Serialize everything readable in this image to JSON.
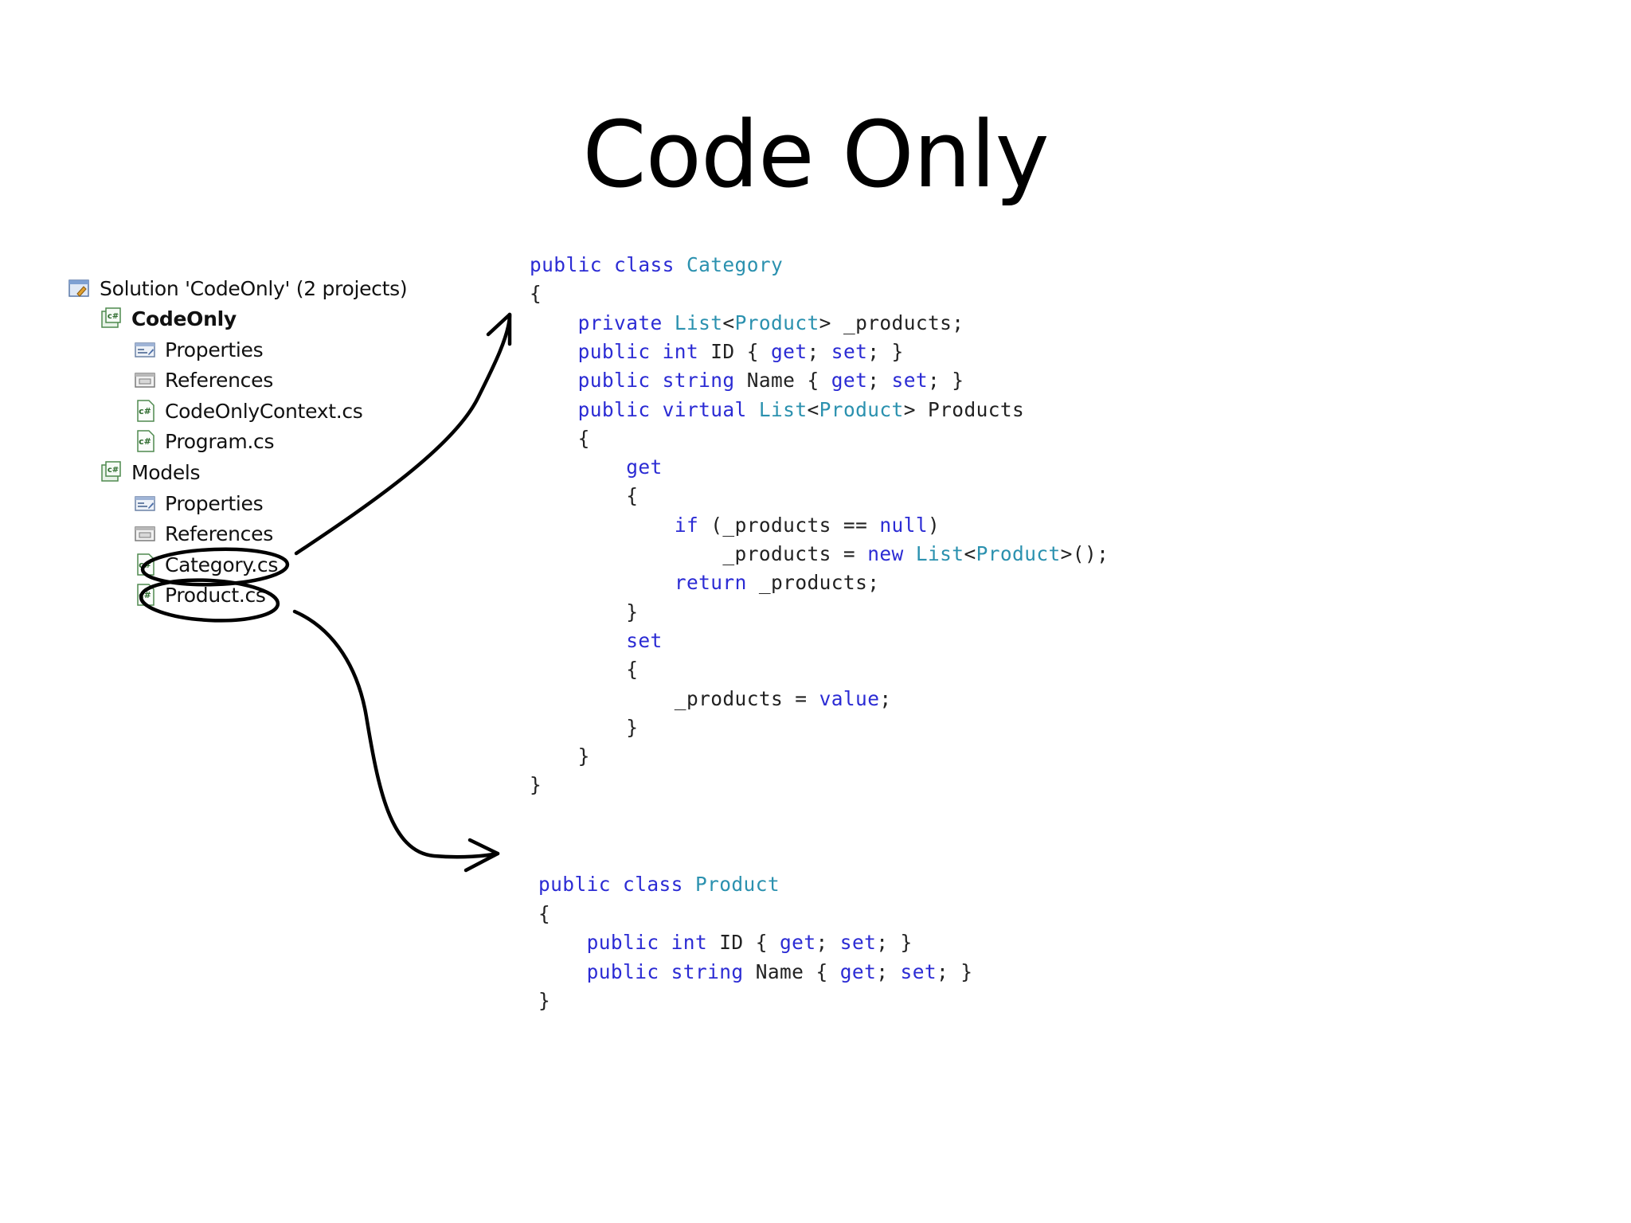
{
  "slide": {
    "title": "Code Only"
  },
  "solution_explorer": {
    "items": [
      {
        "label": "Solution 'CodeOnly' (2 projects)",
        "icon": "solution-icon",
        "level": 0,
        "bold": false
      },
      {
        "label": "CodeOnly",
        "icon": "csharp-project-icon",
        "level": 1,
        "bold": true
      },
      {
        "label": "Properties",
        "icon": "properties-icon",
        "level": 2,
        "bold": false
      },
      {
        "label": "References",
        "icon": "references-icon",
        "level": 2,
        "bold": false
      },
      {
        "label": "CodeOnlyContext.cs",
        "icon": "csharp-file-icon",
        "level": 2,
        "bold": false
      },
      {
        "label": "Program.cs",
        "icon": "csharp-file-icon",
        "level": 2,
        "bold": false
      },
      {
        "label": "Models",
        "icon": "csharp-project-icon",
        "level": 1,
        "bold": false
      },
      {
        "label": "Properties",
        "icon": "properties-icon",
        "level": 2,
        "bold": false
      },
      {
        "label": "References",
        "icon": "references-icon",
        "level": 2,
        "bold": false
      },
      {
        "label": "Category.cs",
        "icon": "csharp-file-icon",
        "level": 2,
        "bold": false
      },
      {
        "label": "Product.cs",
        "icon": "csharp-file-icon",
        "level": 2,
        "bold": false
      }
    ]
  },
  "category_code": {
    "lines": [
      [
        [
          "kw",
          "public class "
        ],
        [
          "ty",
          "Category"
        ]
      ],
      [
        [
          "t",
          "{"
        ]
      ],
      [
        [
          "t",
          "    "
        ],
        [
          "kw",
          "private "
        ],
        [
          "ty",
          "List"
        ],
        [
          "t",
          "<"
        ],
        [
          "ty",
          "Product"
        ],
        [
          "t",
          "> _products;"
        ]
      ],
      [
        [
          "t",
          "    "
        ],
        [
          "kw",
          "public int "
        ],
        [
          "t",
          "ID { "
        ],
        [
          "kw",
          "get"
        ],
        [
          "t",
          "; "
        ],
        [
          "kw",
          "set"
        ],
        [
          "t",
          "; }"
        ]
      ],
      [
        [
          "t",
          "    "
        ],
        [
          "kw",
          "public string "
        ],
        [
          "t",
          "Name { "
        ],
        [
          "kw",
          "get"
        ],
        [
          "t",
          "; "
        ],
        [
          "kw",
          "set"
        ],
        [
          "t",
          "; }"
        ]
      ],
      [
        [
          "t",
          "    "
        ],
        [
          "kw",
          "public virtual "
        ],
        [
          "ty",
          "List"
        ],
        [
          "t",
          "<"
        ],
        [
          "ty",
          "Product"
        ],
        [
          "t",
          "> Products"
        ]
      ],
      [
        [
          "t",
          "    {"
        ]
      ],
      [
        [
          "t",
          "        "
        ],
        [
          "kw",
          "get"
        ]
      ],
      [
        [
          "t",
          "        {"
        ]
      ],
      [
        [
          "t",
          "            "
        ],
        [
          "kw",
          "if "
        ],
        [
          "t",
          "(_products == "
        ],
        [
          "kw",
          "null"
        ],
        [
          "t",
          ")"
        ]
      ],
      [
        [
          "t",
          "                _products = "
        ],
        [
          "kw",
          "new "
        ],
        [
          "ty",
          "List"
        ],
        [
          "t",
          "<"
        ],
        [
          "ty",
          "Product"
        ],
        [
          "t",
          ">();"
        ]
      ],
      [
        [
          "t",
          "            "
        ],
        [
          "kw",
          "return "
        ],
        [
          "t",
          "_products;"
        ]
      ],
      [
        [
          "t",
          "        }"
        ]
      ],
      [
        [
          "t",
          "        "
        ],
        [
          "kw",
          "set"
        ]
      ],
      [
        [
          "t",
          "        {"
        ]
      ],
      [
        [
          "t",
          "            _products = "
        ],
        [
          "kw",
          "value"
        ],
        [
          "t",
          ";"
        ]
      ],
      [
        [
          "t",
          "        }"
        ]
      ],
      [
        [
          "t",
          "    }"
        ]
      ],
      [
        [
          "t",
          "}"
        ]
      ]
    ]
  },
  "product_code": {
    "lines": [
      [
        [
          "kw",
          "public class "
        ],
        [
          "ty",
          "Product"
        ]
      ],
      [
        [
          "t",
          "{"
        ]
      ],
      [
        [
          "t",
          "    "
        ],
        [
          "kw",
          "public int "
        ],
        [
          "t",
          "ID { "
        ],
        [
          "kw",
          "get"
        ],
        [
          "t",
          "; "
        ],
        [
          "kw",
          "set"
        ],
        [
          "t",
          "; }"
        ]
      ],
      [
        [
          "t",
          "    "
        ],
        [
          "kw",
          "public string "
        ],
        [
          "t",
          "Name { "
        ],
        [
          "kw",
          "get"
        ],
        [
          "t",
          "; "
        ],
        [
          "kw",
          "set"
        ],
        [
          "t",
          "; }"
        ]
      ],
      [
        [
          "t",
          "}"
        ]
      ]
    ]
  },
  "colors": {
    "keyword": "#2b2bd4",
    "type": "#2b91af",
    "text": "#222222",
    "ink": "#000000"
  }
}
